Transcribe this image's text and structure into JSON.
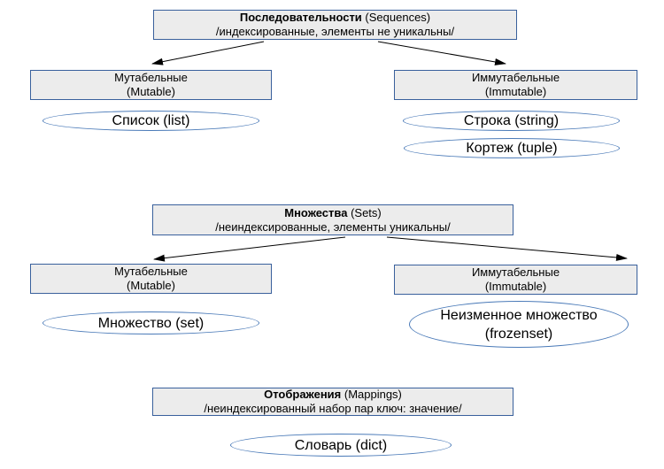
{
  "colors": {
    "box_fill": "#ececec",
    "box_border": "#39609c",
    "ellipse_border": "#4a7ab8",
    "arrow": "#000000",
    "background": "#ffffff"
  },
  "seq": {
    "title_bold": "Последовательности",
    "title_rest": " (Sequences)",
    "subtitle": "/индексированные, элементы не уникальны/",
    "mutable_title": "Мутабельные",
    "mutable_sub": "(Mutable)",
    "immutable_title": "Иммутабельные",
    "immutable_sub": "(Immutable)",
    "list_label": "Список (list)",
    "string_label": "Строка (string)",
    "tuple_label": "Кортеж (tuple)"
  },
  "sets": {
    "title_bold": "Множества",
    "title_rest": " (Sets)",
    "subtitle": "/неиндексированные, элементы уникальны/",
    "mutable_title": "Мутабельные",
    "mutable_sub": "(Mutable)",
    "immutable_title": "Иммутабельные",
    "immutable_sub": "(Immutable)",
    "set_label": "Множество (set)",
    "frozenset_line1": "Неизменное множество",
    "frozenset_line2": "(frozenset)"
  },
  "mappings": {
    "title_bold": "Отображения",
    "title_rest": " (Mappings)",
    "subtitle": "/неиндексированный набор пар ключ: значение/",
    "dict_label": "Словарь (dict)"
  }
}
